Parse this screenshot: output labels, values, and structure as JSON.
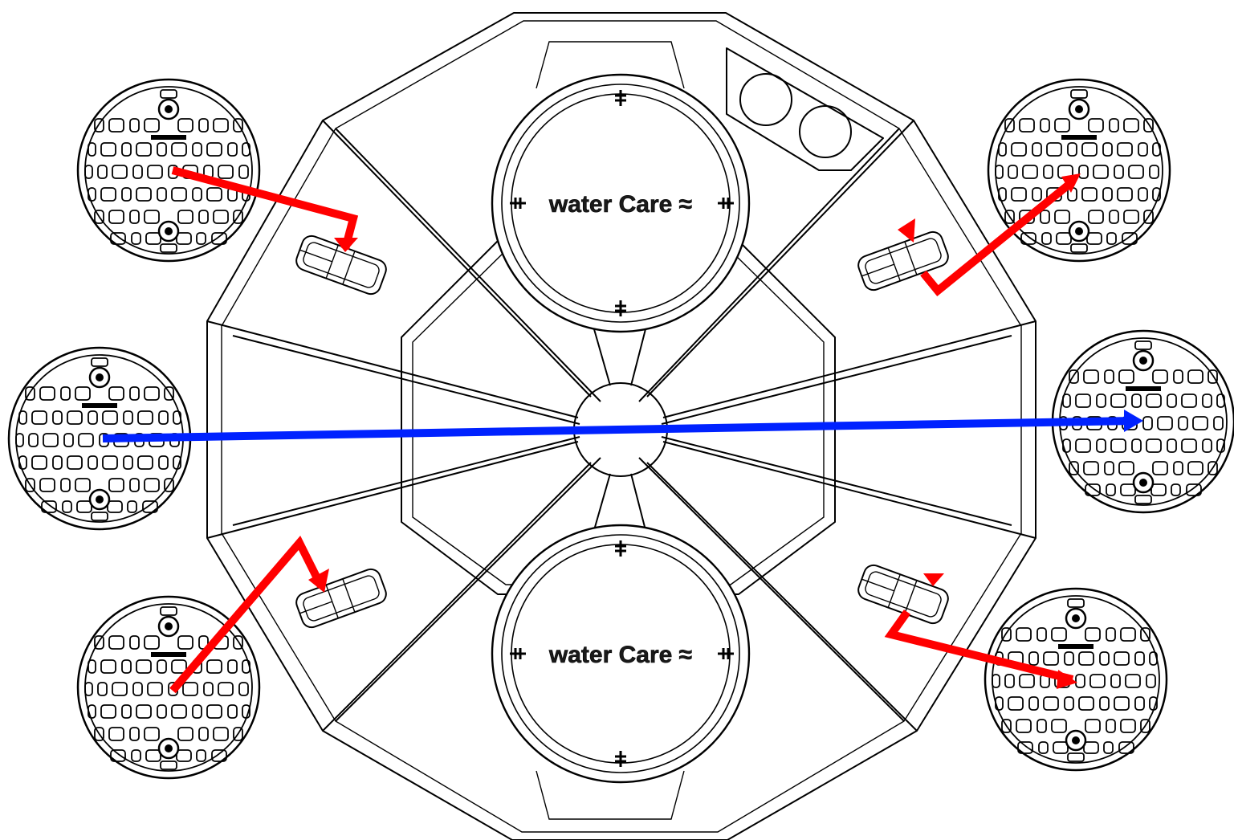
{
  "unit": {
    "lid_top_label": "water Care ≈",
    "lid_bottom_label": "water Care ≈"
  },
  "covers": [
    {
      "id": "top-left"
    },
    {
      "id": "mid-left"
    },
    {
      "id": "bottom-left"
    },
    {
      "id": "top-right"
    },
    {
      "id": "mid-right"
    },
    {
      "id": "bottom-right"
    }
  ],
  "flow_colors": {
    "primary": "#ff0000",
    "outflow": "#0022ff"
  }
}
